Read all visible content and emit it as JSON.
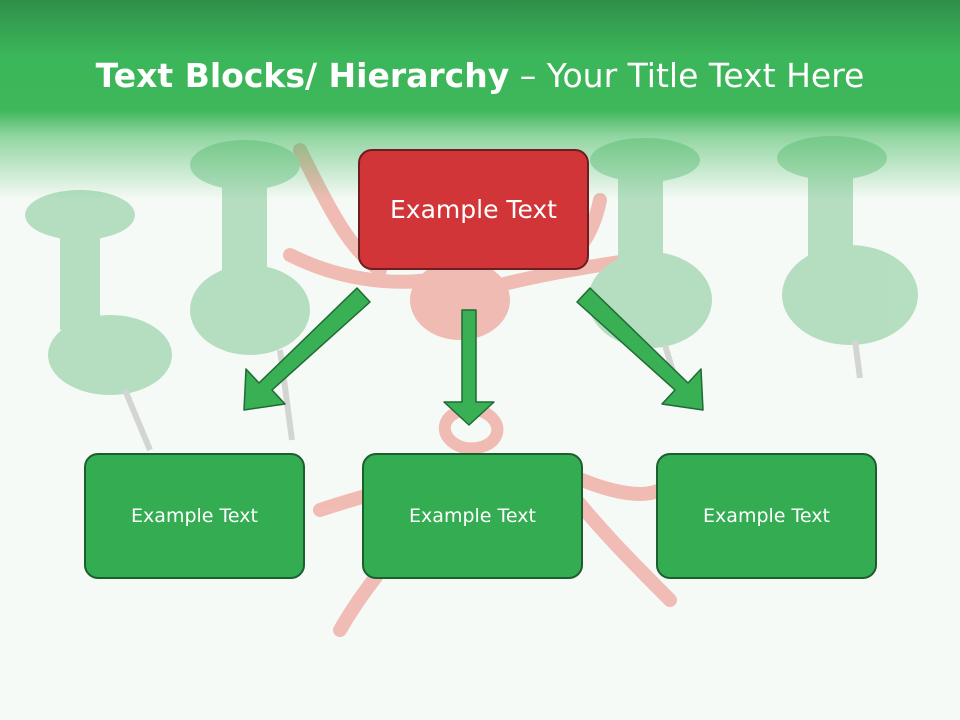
{
  "title": {
    "bold": "Text Blocks/ Hierarchy",
    "rest": " – Your Title Text Here"
  },
  "top_box": {
    "label": "Example Text",
    "color": "#d13537"
  },
  "child_boxes": [
    {
      "label": "Example Text"
    },
    {
      "label": "Example Text"
    },
    {
      "label": "Example Text"
    }
  ],
  "colors": {
    "header": "#3cb65a",
    "box_green": "#34ad52",
    "arrow": "#39b054"
  }
}
